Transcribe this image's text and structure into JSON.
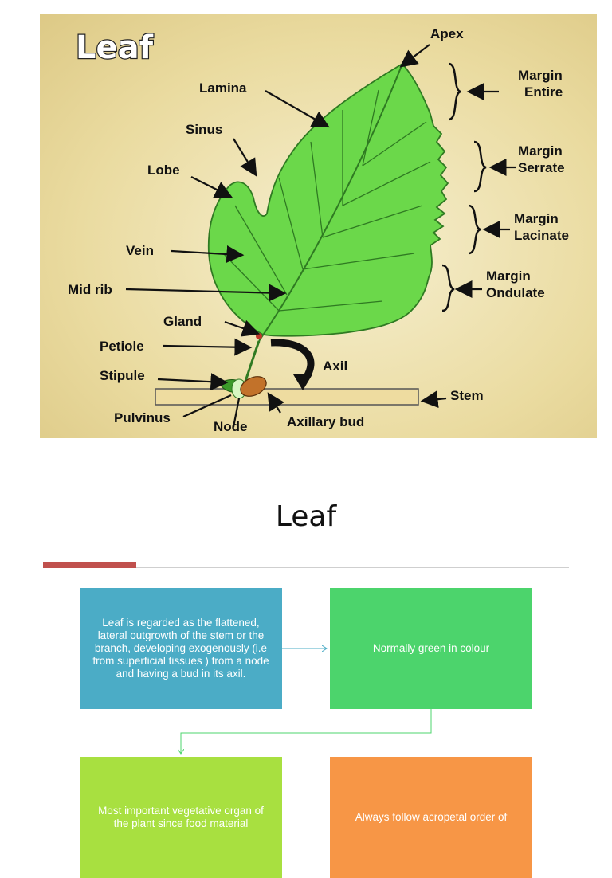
{
  "diagram": {
    "title": "Leaf",
    "labels": {
      "apex": "Apex",
      "lamina": "Lamina",
      "sinus": "Sinus",
      "lobe": "Lobe",
      "vein": "Vein",
      "midrib": "Mid rib",
      "gland": "Gland",
      "petiole": "Petiole",
      "stipule": "Stipule",
      "pulvinus": "Pulvinus",
      "node": "Node",
      "axillary_bud": "Axillary bud",
      "axil": "Axil",
      "stem": "Stem",
      "margin_entire_1": "Margin",
      "margin_entire_2": "Entire",
      "margin_serrate_1": "Margin",
      "margin_serrate_2": "Serrate",
      "margin_lacinate_1": "Margin",
      "margin_lacinate_2": "Lacinate",
      "margin_ondulate_1": "Margin",
      "margin_ondulate_2": "Ondulate"
    },
    "colors": {
      "background": "#eadba0",
      "leaf": "#6bd84a",
      "leaf_edge": "#2f7a22",
      "stem": "#eedca0"
    }
  },
  "slide": {
    "title": "Leaf",
    "accent_color": "#c0504d"
  },
  "boxes": {
    "b1": "Leaf is regarded as the flattened, lateral outgrowth of the stem or the branch, developing exogenously (i.e from superficial tissues ) from a node and having a bud in its axil.",
    "b2": "Normally green in colour",
    "b3": "Most important vegetative organ of the plant since food material",
    "b4": "Always follow acropetal order of"
  }
}
